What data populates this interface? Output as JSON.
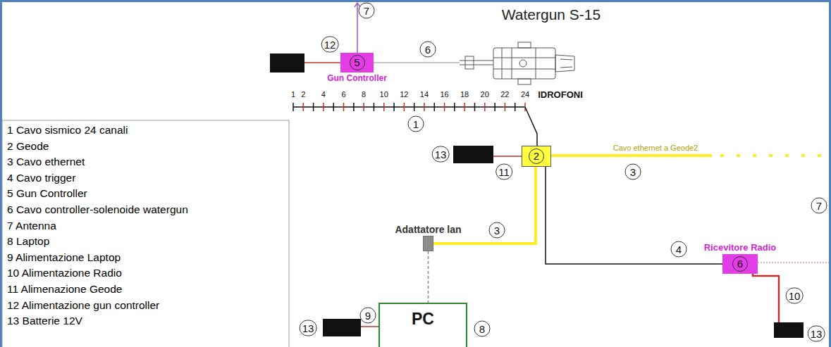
{
  "diagram": {
    "nodes": [
      {
        "text": [
          "5",
          "Gun Controller"
        ]
      },
      {
        "text": [
          "2"
        ]
      },
      {
        "text": [
          "Adattatore lan"
        ]
      },
      {
        "text": [
          "Ricevitore Radio",
          "6"
        ]
      },
      {
        "text": [
          "PC"
        ]
      }
    ],
    "edges": [
      {
        "from": 1,
        "to": 2,
        "arrow": "none"
      },
      {
        "from": 1,
        "to": 3,
        "arrow": "none"
      },
      {
        "from": 2,
        "to": 4,
        "arrow": "none"
      }
    ],
    "labels": [
      "7",
      "Watergun S-15",
      "12",
      "6",
      "1",
      "2",
      "4",
      "6",
      "8",
      "10",
      "12",
      "14",
      "16",
      "18",
      "20",
      "22",
      "24",
      "IDROFONI",
      "1",
      "13",
      "11",
      "Cavo ethernet a Geode2",
      "3",
      "7",
      "3",
      "4",
      "10",
      "13",
      "9",
      "8",
      "13"
    ],
    "legend": [
      {
        "text": "1 Cavo sismico 24 canali"
      },
      {
        "text": "2 Geode"
      },
      {
        "text": "3 Cavo ethernet"
      },
      {
        "text": "4 Cavo trigger"
      },
      {
        "text": "5 Gun Controller"
      },
      {
        "text": "6 Cavo controller-solenoide watergun"
      },
      {
        "text": "7 Antenna"
      },
      {
        "text": "8 Laptop"
      },
      {
        "text": "9 Alimentazione Laptop"
      },
      {
        "text": "10 Alimentazione Radio"
      },
      {
        "text": "11 Alimenazione Geode"
      },
      {
        "text": "12 Alimentazione gun controller"
      },
      {
        "text": "13 Batterie 12V"
      }
    ]
  }
}
